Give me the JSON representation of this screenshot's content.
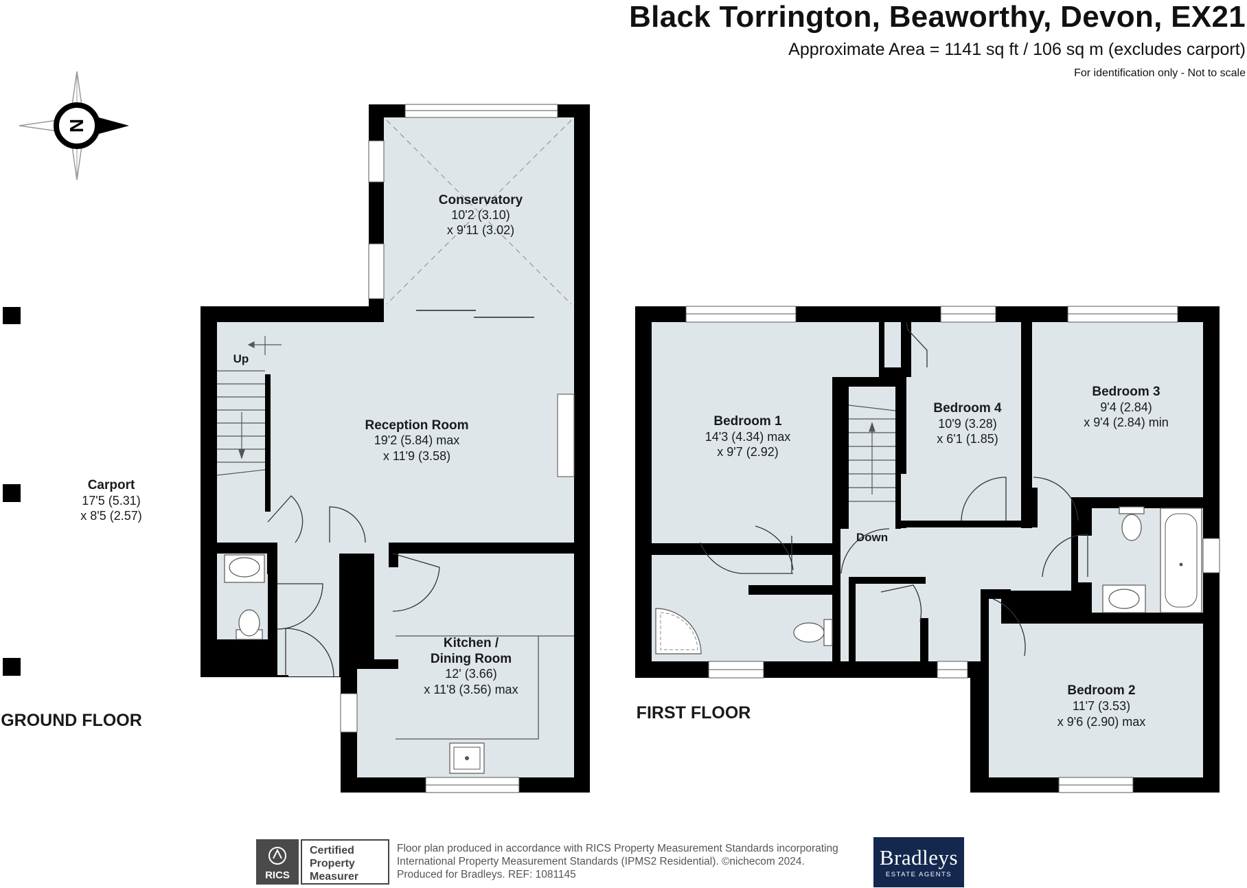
{
  "header": {
    "address": "Black Torrington, Beaworthy, Devon, EX21",
    "area": "Approximate Area = 1141 sq ft / 106 sq m (excludes carport)",
    "note": "For identification only - Not to scale"
  },
  "compass": {
    "letter": "N"
  },
  "ground_floor": {
    "label": "GROUND FLOOR",
    "conservatory": {
      "name": "Conservatory",
      "dim1": "10'2 (3.10)",
      "dim2": "x 9'11 (3.02)"
    },
    "reception": {
      "name": "Reception Room",
      "dim1": "19'2 (5.84) max",
      "dim2": "x 11'9 (3.58)"
    },
    "kitchen": {
      "name1": "Kitchen /",
      "name2": "Dining Room",
      "dim1": "12' (3.66)",
      "dim2": "x 11'8 (3.56) max"
    },
    "carport": {
      "name": "Carport",
      "dim1": "17'5 (5.31)",
      "dim2": "x 8'5 (2.57)"
    },
    "stairs_label": "Up"
  },
  "first_floor": {
    "label": "FIRST FLOOR",
    "bedroom1": {
      "name": "Bedroom 1",
      "dim1": "14'3 (4.34) max",
      "dim2": "x 9'7 (2.92)"
    },
    "bedroom4": {
      "name": "Bedroom 4",
      "dim1": "10'9 (3.28)",
      "dim2": "x 6'1 (1.85)"
    },
    "bedroom3": {
      "name": "Bedroom 3",
      "dim1": "9'4 (2.84)",
      "dim2": "x 9'4 (2.84) min"
    },
    "bedroom2": {
      "name": "Bedroom 2",
      "dim1": "11'7 (3.53)",
      "dim2": "x 9'6 (2.90) max"
    },
    "stairs_label": "Down"
  },
  "footer": {
    "line1": "Floor plan produced in accordance with RICS Property Measurement Standards incorporating",
    "line2": "International Property Measurement Standards (IPMS2 Residential).   ©nichecom 2024.",
    "line3": "Produced for Bradleys.   REF:  1081145",
    "rics_label": "RICS",
    "cert1": "Certified",
    "cert2": "Property",
    "cert3": "Measurer",
    "brand": "Bradleys",
    "brand_sub": "ESTATE AGENTS"
  },
  "colors": {
    "wall": "#000000",
    "floor": "#dfe6ea",
    "window": "#ffffff"
  }
}
